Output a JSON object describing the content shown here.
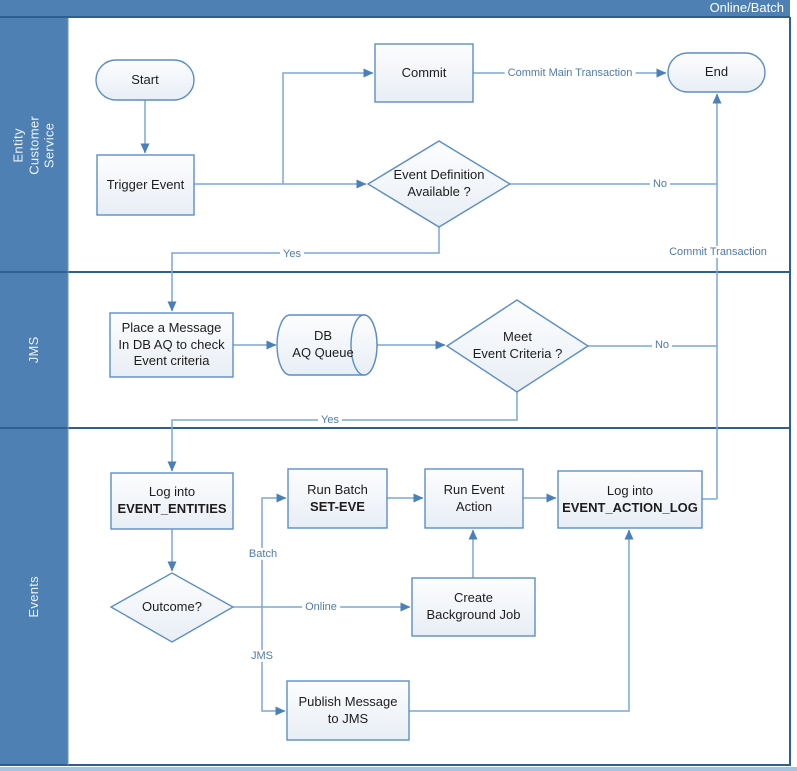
{
  "title": "Online/Batch",
  "colors": {
    "lane_bar": "#4e80b4",
    "lane_border": "#2f5f8e",
    "connector": "#7da7d6",
    "arrowhead": "#4a7fba",
    "shape_border": "#5b8ec6",
    "edge_label_text": "#4f7bab",
    "node_text": "#1d1d1d"
  },
  "lanes": [
    {
      "label": "Entity\nCustomer Service"
    },
    {
      "label": "JMS"
    },
    {
      "label": "Events"
    }
  ],
  "nodes": {
    "start": "Start",
    "commit": "Commit",
    "end": "End",
    "trigger_event": "Trigger Event",
    "event_definition": "Event Definition\nAvailable ?",
    "place_message": "Place a Message\nIn DB AQ to check\nEvent criteria",
    "db_queue": "DB\nAQ Queue",
    "meet_criteria": "Meet\nEvent Criteria ?",
    "log_entities_line1": "Log into",
    "log_entities_line2": "EVENT_ENTITIES",
    "run_batch_line1": "Run Batch",
    "run_batch_line2": "SET-EVE",
    "run_event_action": "Run Event\nAction",
    "log_action_line1": "Log into",
    "log_action_line2": "EVENT_ACTION_LOG",
    "outcome": "Outcome?",
    "create_background": "Create\nBackground Job",
    "publish_jms": "Publish Message\nto JMS"
  },
  "edge_labels": {
    "commit_main": "Commit Main Transaction",
    "no_event_def": "No",
    "commit_transaction": "Commit Transaction",
    "yes_event_def": "Yes",
    "no_criteria": "No",
    "yes_criteria": "Yes",
    "batch": "Batch",
    "online": "Online",
    "jms": "JMS"
  }
}
